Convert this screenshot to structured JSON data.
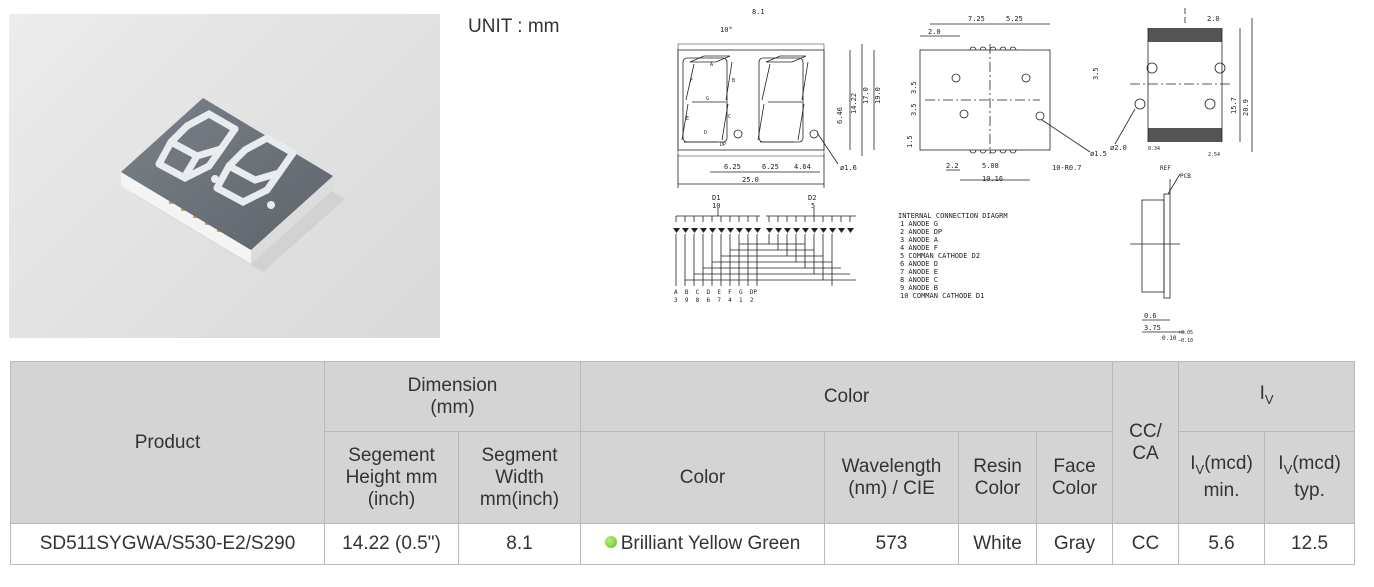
{
  "unit_label": "UNIT : mm",
  "drawing": {
    "front_dims": {
      "w": "8.1",
      "angle": "10°",
      "h1": "14.22",
      "h2": "17.0",
      "h3": "19.0",
      "d1": "6.46",
      "pitch1": "6.25",
      "pitch2": "6.25",
      "end": "4.64",
      "total": "25.0",
      "hole": "ø1.6",
      "seg_a": "A",
      "seg_b": "B",
      "seg_c": "C",
      "seg_d": "D",
      "seg_e": "E",
      "seg_f": "F",
      "seg_g": "G",
      "seg_dp": "DP"
    },
    "back_dims": {
      "top1": "7.25",
      "top2": "5.25",
      "left": "2.0",
      "v1": "3.5",
      "v2": "3.5",
      "v3": "1.5",
      "b1": "2.2",
      "b2": "5.08",
      "b3": "10.16",
      "pads": "10-R0.7",
      "hole": "ø1.5"
    },
    "side_dims": {
      "top": "2.0",
      "v1": "3.5",
      "hole": "ø2.0",
      "s1": "0.34",
      "s2": "2.54",
      "h1": "15.7",
      "h2": "20.9"
    },
    "profile_dims": {
      "ref": "REF",
      "pcb": "PCB",
      "d1": "0.6",
      "d2": "3.75",
      "tol": "0.10",
      "tol_plus": "+0.05",
      "tol_minus": "−0.10"
    },
    "schematic": {
      "d1_label": "D1",
      "d1_pin": "10",
      "d2_label": "D2",
      "d2_pin": "5",
      "seg_letters": "A  B  C  D  E  F  G  DP",
      "pin_numbers": "3  9  8  6  7  4  1  2"
    },
    "connection": {
      "title": "INTERNAL CONNECTION DIAGRM",
      "lines": [
        "1 ANODE G",
        "2 ANODE DP",
        "3 ANODE A",
        "4 ANODE F",
        "5 COMMAN CATHODE D2",
        "6 ANODE D",
        "7 ANODE E",
        "8 ANODE C",
        "9 ANODE B",
        "10 COMMAN CATHODE D1"
      ]
    }
  },
  "table": {
    "headers": {
      "product": "Product",
      "dimension": "Dimension (mm)",
      "color_group": "Color",
      "cc_ca": "CC/ CA",
      "iv_symbol": "I",
      "iv_sub": "V",
      "seg_height": "Segement Height mm (inch)",
      "seg_width": "Segment Width mm(inch)",
      "color": "Color",
      "wavelength": "Wavelength (nm) / CIE",
      "resin": "Resin Color",
      "face": "Face Color",
      "iv_min_prefix": "I",
      "iv_min_sub": "V",
      "iv_min_suffix": "(mcd) min.",
      "iv_typ_prefix": "I",
      "iv_typ_sub": "V",
      "iv_typ_suffix": "(mcd) typ."
    },
    "rows": [
      {
        "product": "SD511SYGWA/S530-E2/S290",
        "seg_height": "14.22 (0.5\")",
        "seg_width": "8.1",
        "color": "Brilliant Yellow Green",
        "color_hex": "#5cc21a",
        "wavelength": "573",
        "resin": "White",
        "face": "Gray",
        "cc_ca": "CC",
        "iv_min": "5.6",
        "iv_typ": "12.5"
      }
    ]
  }
}
